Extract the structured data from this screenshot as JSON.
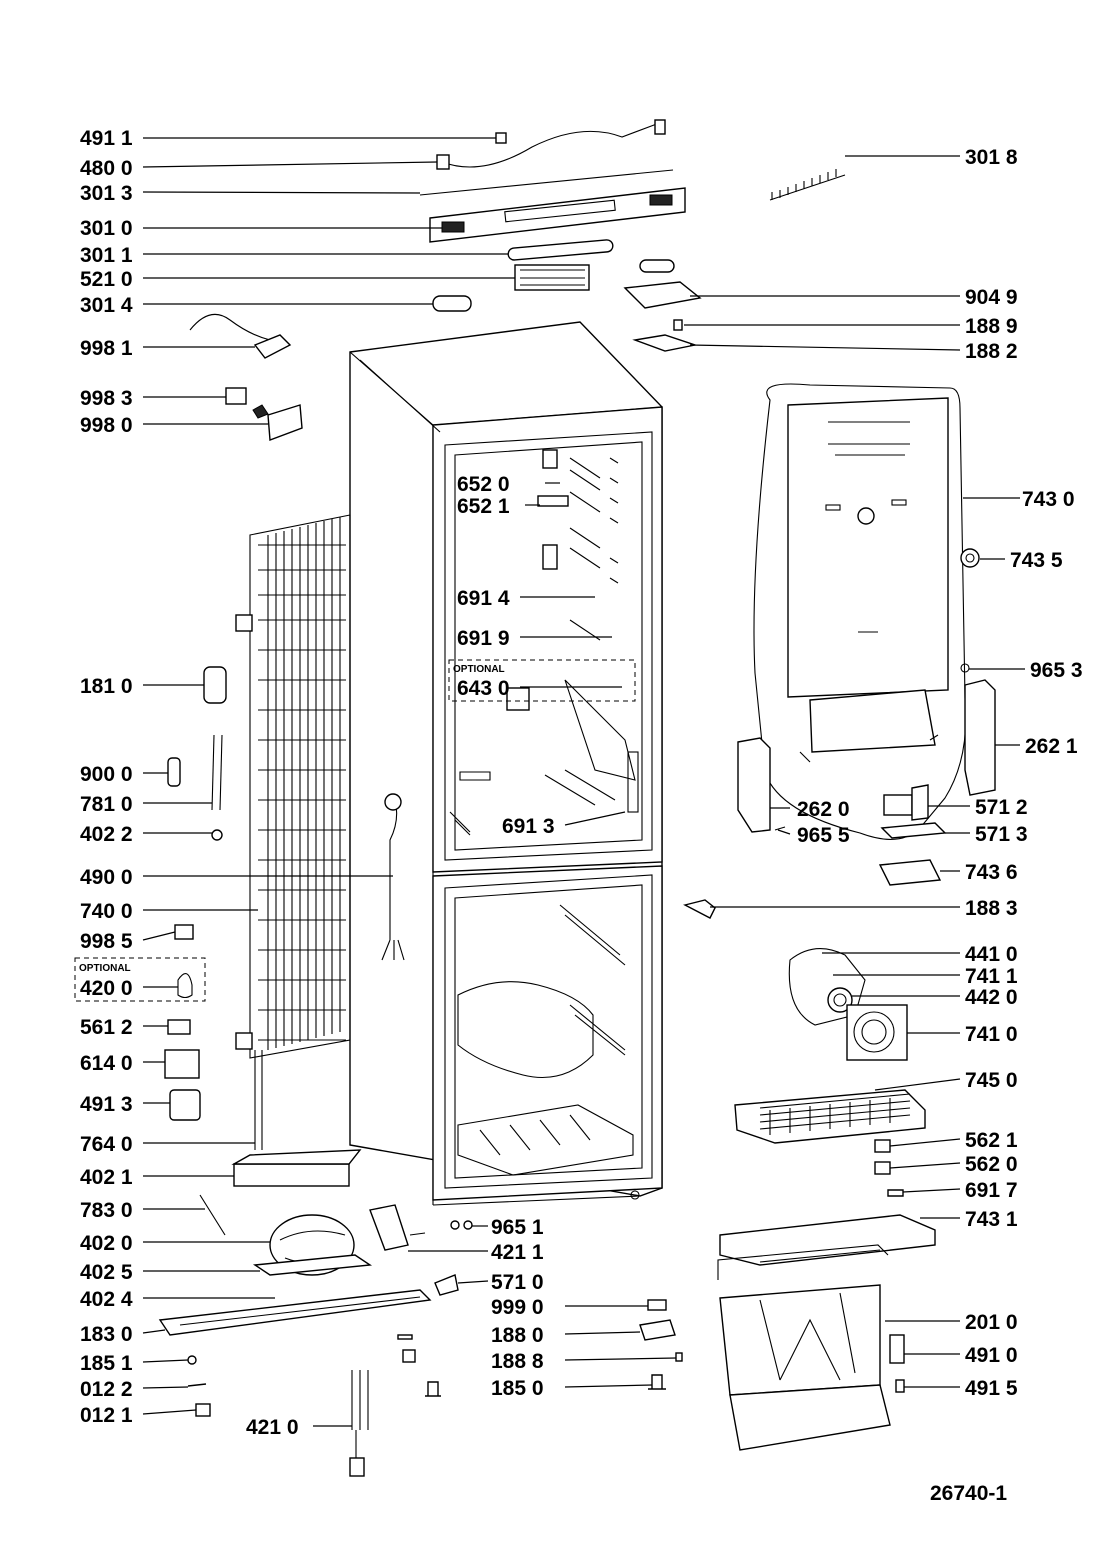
{
  "drawing_number": "26740-1",
  "optional_label": "OPTIONAL",
  "callouts": {
    "c4911": "491 1",
    "c4800": "480 0",
    "c3013": "301 3",
    "c3010": "301 0",
    "c3011": "301 1",
    "c5210": "521 0",
    "c3014": "301 4",
    "c9981": "998 1",
    "c9983": "998 3",
    "c9980": "998 0",
    "c3018": "301 8",
    "c9049": "904 9",
    "c1889": "188 9",
    "c1882": "188 2",
    "c6520": "652 0",
    "c6521": "652 1",
    "c6914": "691 4",
    "c6919": "691 9",
    "c6430": "643 0",
    "c6913": "691 3",
    "c7430": "743 0",
    "c7435": "743 5",
    "c9653": "965 3",
    "c2621": "262 1",
    "c2620": "262 0",
    "c5712": "571 2",
    "c9655": "965 5",
    "c5713": "571 3",
    "c7436": "743 6",
    "c1883": "188 3",
    "c4410": "441 0",
    "c7411": "741 1",
    "c4420": "442 0",
    "c7410": "741 0",
    "c7450": "745 0",
    "c5621": "562 1",
    "c5620": "562 0",
    "c6917": "691 7",
    "c7431": "743 1",
    "c2010": "201 0",
    "c4910": "491 0",
    "c4915": "491 5",
    "c1810": "181 0",
    "c9000": "900 0",
    "c7810": "781 0",
    "c4022": "402 2",
    "c4900": "490 0",
    "c7400": "740 0",
    "c9985": "998 5",
    "c4200": "420 0",
    "c5612": "561 2",
    "c6140": "614 0",
    "c4913": "491 3",
    "c7640": "764 0",
    "c4021": "402 1",
    "c7830": "783 0",
    "c4020": "402 0",
    "c4025": "402 5",
    "c4024": "402 4",
    "c1830": "183 0",
    "c1851": "185 1",
    "c0122": "012 2",
    "c0121": "012 1",
    "c4210": "421 0",
    "c9651": "965 1",
    "c4211": "421 1",
    "c5710": "571 0",
    "c9990": "999 0",
    "c1880": "188 0",
    "c1888": "188 8",
    "c1850": "185 0"
  }
}
